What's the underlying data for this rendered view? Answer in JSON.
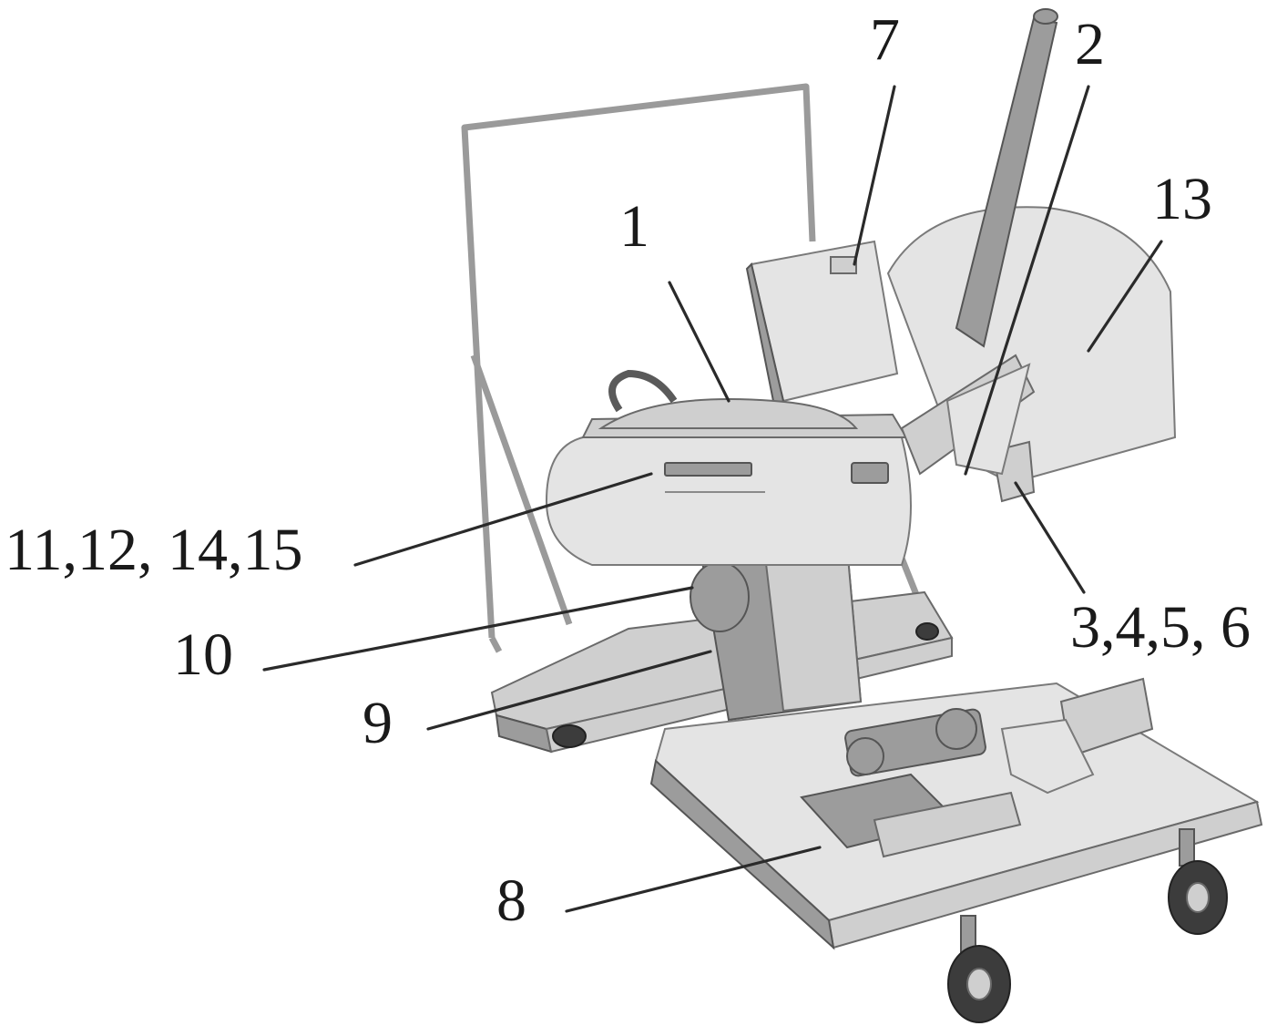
{
  "callouts": [
    {
      "id": "c1",
      "label": "1"
    },
    {
      "id": "c2",
      "label": "2"
    },
    {
      "id": "c7",
      "label": "7"
    },
    {
      "id": "c13",
      "label": "13"
    },
    {
      "id": "c11",
      "label": "11,12, 14,15"
    },
    {
      "id": "c3",
      "label": "3,4,5, 6"
    },
    {
      "id": "c10",
      "label": "10"
    },
    {
      "id": "c9",
      "label": "9"
    },
    {
      "id": "c8",
      "label": "8"
    }
  ]
}
